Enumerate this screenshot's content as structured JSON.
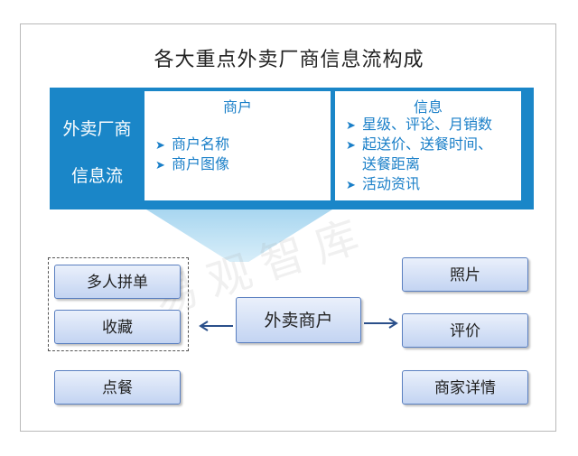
{
  "title": "各大重点外卖厂商信息流构成",
  "band": {
    "label_line1": "外卖厂商",
    "label_line2": "信息流"
  },
  "panels": [
    {
      "title": "商户",
      "items": [
        "商户名称",
        "商户图像"
      ]
    },
    {
      "title": "信息",
      "items": [
        [
          "星级、评论、月销数"
        ],
        [
          "起送价、送餐时间、",
          "送餐距离"
        ],
        [
          "活动资讯"
        ]
      ]
    }
  ],
  "boxes": {
    "center": "外卖商户",
    "left": [
      "多人拼单",
      "收藏",
      "点餐"
    ],
    "right": [
      "照片",
      "评价",
      "商家详情"
    ]
  },
  "watermark": "易观智库",
  "colors": {
    "band": "#1a86c8",
    "panel_text": "#1a7fc8",
    "box_border": "#5a7fc0",
    "arrow": "#2a4f8a"
  }
}
